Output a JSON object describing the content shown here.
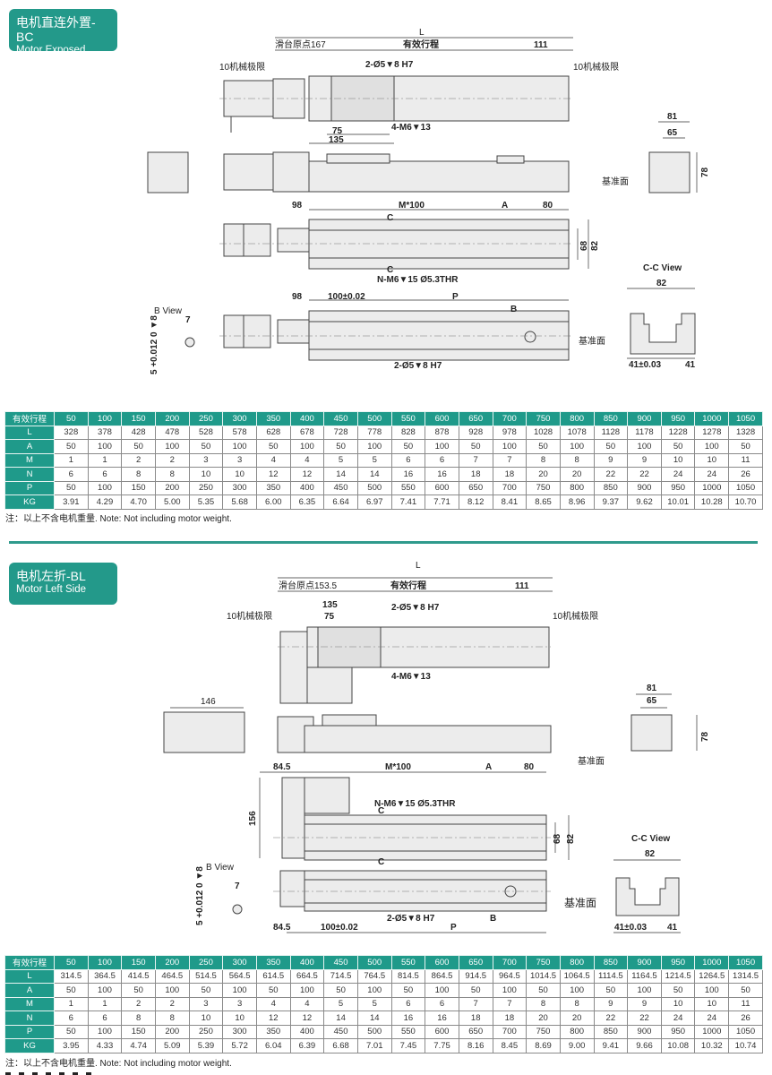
{
  "sections": [
    {
      "title_cn": "电机直连外置-BC",
      "title_en": "Motor Exposed",
      "labels": {
        "L": "L",
        "origin": "滑台原点167",
        "stroke": "有效行程",
        "d111": "111",
        "limit_left": "10机械极限",
        "limit_right": "10机械极限",
        "pin_hole": "2-Ø5▼8 H7",
        "m6_13": "4-M6▼13",
        "d75": "75",
        "d135": "135",
        "d81": "81",
        "d65": "65",
        "d78": "78",
        "datum1": "基准面",
        "d98a": "98",
        "m100": "M*100",
        "A": "A",
        "d80": "80",
        "c_top": "C",
        "c_bot": "C",
        "d68": "68",
        "d82v": "82",
        "thread": "N-M6▼15 Ø5.3THR",
        "cc_view": "C-C View",
        "d82": "82",
        "d98b": "98",
        "pitch": "100±0.02",
        "P": "P",
        "bview": "B View",
        "d7": "7",
        "tol": "5 +0.012 0 ▼8",
        "B": "B",
        "datum2": "基准面",
        "pin_hole2": "2-Ø5▼8 H7",
        "d41t": "41±0.03",
        "d41": "41"
      },
      "table": {
        "header": [
          "有效行程",
          "50",
          "100",
          "150",
          "200",
          "250",
          "300",
          "350",
          "400",
          "450",
          "500",
          "550",
          "600",
          "650",
          "700",
          "750",
          "800",
          "850",
          "900",
          "950",
          "1000",
          "1050"
        ],
        "rows": [
          [
            "L",
            "328",
            "378",
            "428",
            "478",
            "528",
            "578",
            "628",
            "678",
            "728",
            "778",
            "828",
            "878",
            "928",
            "978",
            "1028",
            "1078",
            "1128",
            "1178",
            "1228",
            "1278",
            "1328"
          ],
          [
            "A",
            "50",
            "100",
            "50",
            "100",
            "50",
            "100",
            "50",
            "100",
            "50",
            "100",
            "50",
            "100",
            "50",
            "100",
            "50",
            "100",
            "50",
            "100",
            "50",
            "100",
            "50"
          ],
          [
            "M",
            "1",
            "1",
            "2",
            "2",
            "3",
            "3",
            "4",
            "4",
            "5",
            "5",
            "6",
            "6",
            "7",
            "7",
            "8",
            "8",
            "9",
            "9",
            "10",
            "10",
            "11"
          ],
          [
            "N",
            "6",
            "6",
            "8",
            "8",
            "10",
            "10",
            "12",
            "12",
            "14",
            "14",
            "16",
            "16",
            "18",
            "18",
            "20",
            "20",
            "22",
            "22",
            "24",
            "24",
            "26"
          ],
          [
            "P",
            "50",
            "100",
            "150",
            "200",
            "250",
            "300",
            "350",
            "400",
            "450",
            "500",
            "550",
            "600",
            "650",
            "700",
            "750",
            "800",
            "850",
            "900",
            "950",
            "1000",
            "1050"
          ],
          [
            "KG",
            "3.91",
            "4.29",
            "4.70",
            "5.00",
            "5.35",
            "5.68",
            "6.00",
            "6.35",
            "6.64",
            "6.97",
            "7.41",
            "7.71",
            "8.12",
            "8.41",
            "8.65",
            "8.96",
            "9.37",
            "9.62",
            "10.01",
            "10.28",
            "10.70"
          ]
        ]
      },
      "note": "注：以上不含电机重量. Note: Not including motor weight."
    },
    {
      "title_cn": "电机左折-BL",
      "title_en": "Motor Left Side",
      "labels": {
        "L": "L",
        "origin": "滑台原点153.5",
        "stroke": "有效行程",
        "d111": "111",
        "d135": "135",
        "d75": "75",
        "pin_hole": "2-Ø5▼8 H7",
        "limit_left": "10机械极限",
        "limit_right": "10机械极限",
        "m6_13": "4-M6▼13",
        "d146": "146",
        "d81": "81",
        "d65": "65",
        "d78": "78",
        "datum1": "基准面",
        "d84a": "84.5",
        "m100": "M*100",
        "A": "A",
        "d80": "80",
        "thread": "N-M6▼15 Ø5.3THR",
        "c_top": "C",
        "d156": "156",
        "d68": "68",
        "d82v": "82",
        "c_bot": "C",
        "cc_view": "C-C View",
        "d82": "82",
        "bview": "B View",
        "d7": "7",
        "tol": "5 +0.012 0 ▼8",
        "datum2": "基准面",
        "pin_hole2": "2-Ø5▼8 H7",
        "B": "B",
        "d84b": "84.5",
        "pitch": "100±0.02",
        "P": "P",
        "d41t": "41±0.03",
        "d41": "41"
      },
      "table": {
        "header": [
          "有效行程",
          "50",
          "100",
          "150",
          "200",
          "250",
          "300",
          "350",
          "400",
          "450",
          "500",
          "550",
          "600",
          "650",
          "700",
          "750",
          "800",
          "850",
          "900",
          "950",
          "1000",
          "1050"
        ],
        "rows": [
          [
            "L",
            "314.5",
            "364.5",
            "414.5",
            "464.5",
            "514.5",
            "564.5",
            "614.5",
            "664.5",
            "714.5",
            "764.5",
            "814.5",
            "864.5",
            "914.5",
            "964.5",
            "1014.5",
            "1064.5",
            "1114.5",
            "1164.5",
            "1214.5",
            "1264.5",
            "1314.5"
          ],
          [
            "A",
            "50",
            "100",
            "50",
            "100",
            "50",
            "100",
            "50",
            "100",
            "50",
            "100",
            "50",
            "100",
            "50",
            "100",
            "50",
            "100",
            "50",
            "100",
            "50",
            "100",
            "50"
          ],
          [
            "M",
            "1",
            "1",
            "2",
            "2",
            "3",
            "3",
            "4",
            "4",
            "5",
            "5",
            "6",
            "6",
            "7",
            "7",
            "8",
            "8",
            "9",
            "9",
            "10",
            "10",
            "11"
          ],
          [
            "N",
            "6",
            "6",
            "8",
            "8",
            "10",
            "10",
            "12",
            "12",
            "14",
            "14",
            "16",
            "16",
            "18",
            "18",
            "20",
            "20",
            "22",
            "22",
            "24",
            "24",
            "26"
          ],
          [
            "P",
            "50",
            "100",
            "150",
            "200",
            "250",
            "300",
            "350",
            "400",
            "450",
            "500",
            "550",
            "600",
            "650",
            "700",
            "750",
            "800",
            "850",
            "900",
            "950",
            "1000",
            "1050"
          ],
          [
            "KG",
            "3.95",
            "4.33",
            "4.74",
            "5.09",
            "5.39",
            "5.72",
            "6.04",
            "6.39",
            "6.68",
            "7.01",
            "7.45",
            "7.75",
            "8.16",
            "8.45",
            "8.69",
            "9.00",
            "9.41",
            "9.66",
            "10.08",
            "10.32",
            "10.74"
          ]
        ]
      },
      "note": "注：以上不含电机重量. Note: Not including motor weight."
    }
  ]
}
